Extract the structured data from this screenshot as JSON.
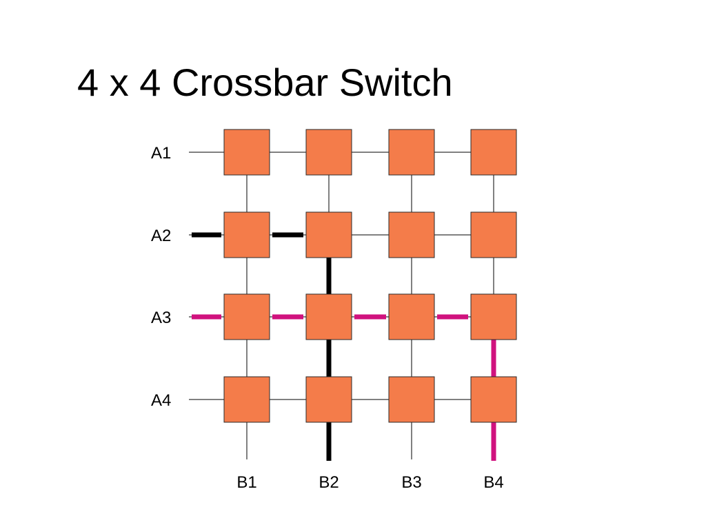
{
  "title": "4 x 4 Crossbar Switch",
  "rows": [
    "A1",
    "A2",
    "A3",
    "A4"
  ],
  "columns": [
    "B1",
    "B2",
    "B3",
    "B4"
  ],
  "colors": {
    "switch_fill": "#f47c4a",
    "switch_stroke": "#2a2a2a",
    "wire": "#000000",
    "path_black": "#000000",
    "path_magenta": "#d0127e"
  },
  "connections": [
    {
      "from": "A2",
      "to": "B2",
      "color": "#000000"
    },
    {
      "from": "A3",
      "to": "B4",
      "color": "#d0127e"
    }
  ]
}
